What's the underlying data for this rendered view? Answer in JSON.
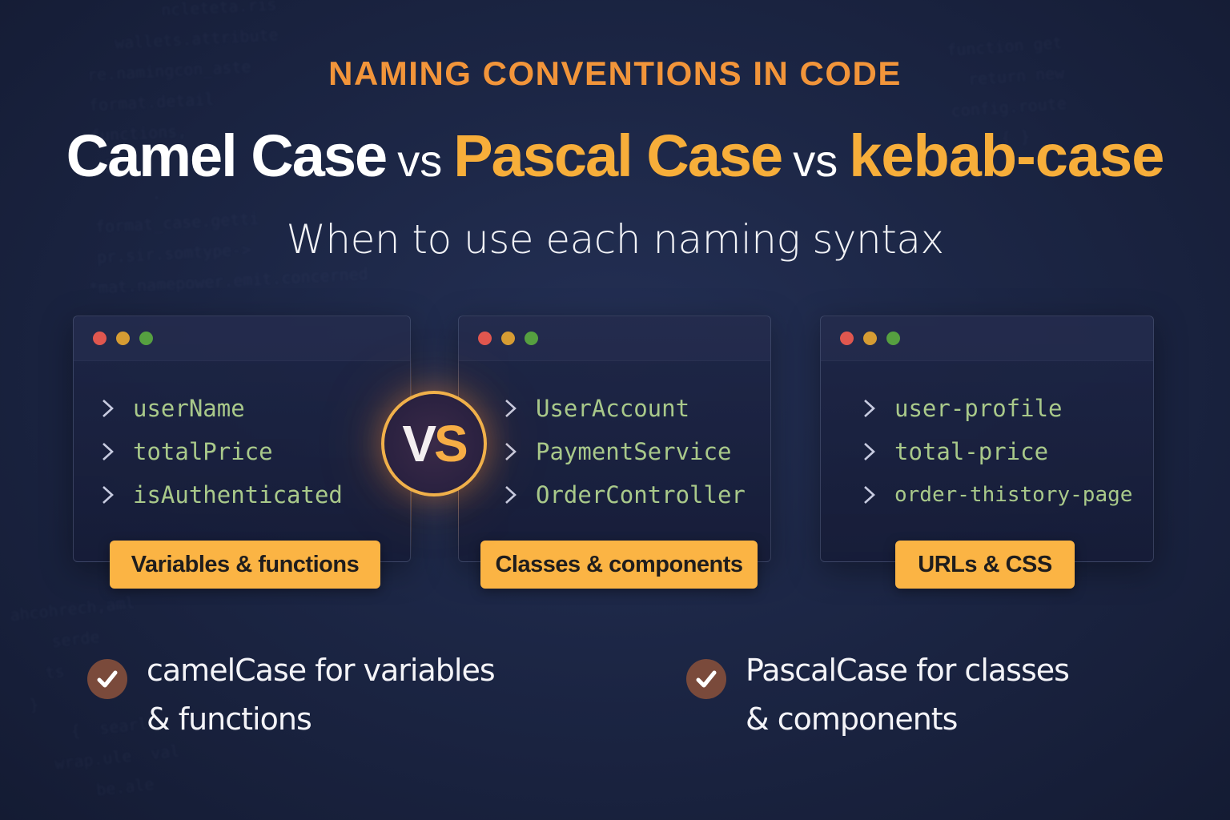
{
  "header": {
    "eyebrow": "NAMING CONVENTIONS IN CODE",
    "title_parts": {
      "camel": "Camel Case",
      "vs1": "vs",
      "pascal": "Pascal Case",
      "vs2": "vs",
      "kebab": "kebab-case"
    },
    "subtitle": "When to use each naming syntax"
  },
  "vs_badge": {
    "v": "V",
    "s": "S"
  },
  "panels": [
    {
      "lines": [
        "userName",
        "totalPrice",
        "isAuthenticated"
      ],
      "tag": "Variables & functions"
    },
    {
      "lines": [
        "UserAccount",
        "PaymentService",
        "OrderController"
      ],
      "tag": "Classes & components"
    },
    {
      "lines": [
        "user-profile",
        "total-price",
        "order-thistory-page"
      ],
      "tag": "URLs & CSS"
    }
  ],
  "checks": [
    {
      "line1": "camelCase for variables",
      "line2": "& functions"
    },
    {
      "line1": "PascalCase for classes",
      "line2": "& components"
    }
  ],
  "colors": {
    "background": "#1c2645",
    "accent_orange": "#f2953a",
    "accent_yellow": "#f7ae3a",
    "tag_bg": "#fbb444",
    "code_green": "#a9c98a",
    "check_bg": "#7a4a3b"
  },
  "icons": {
    "window_controls": [
      "dot-red",
      "dot-yellow",
      "dot-green"
    ],
    "line_prefix": "chevron-right-icon",
    "check": "checkmark-icon"
  }
}
